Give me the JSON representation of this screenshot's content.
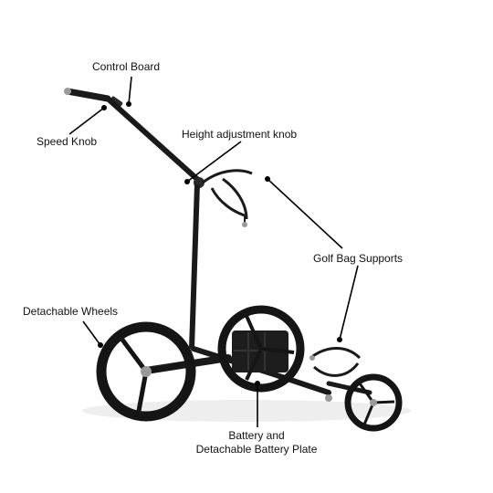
{
  "labels": {
    "control_board": "Control Board",
    "speed_knob": "Speed Knob",
    "height_knob": "Height adjustment knob",
    "golf_bag_supports": "Golf Bag Supports",
    "detachable_wheels": "Detachable Wheels",
    "battery_line1": "Battery and",
    "battery_line2": "Detachable Battery Plate"
  },
  "colors": {
    "frame": "#1a1a1a",
    "wheel": "#151515",
    "metal": "#9a9a9a",
    "label_text": "#111111",
    "background": "#ffffff"
  }
}
